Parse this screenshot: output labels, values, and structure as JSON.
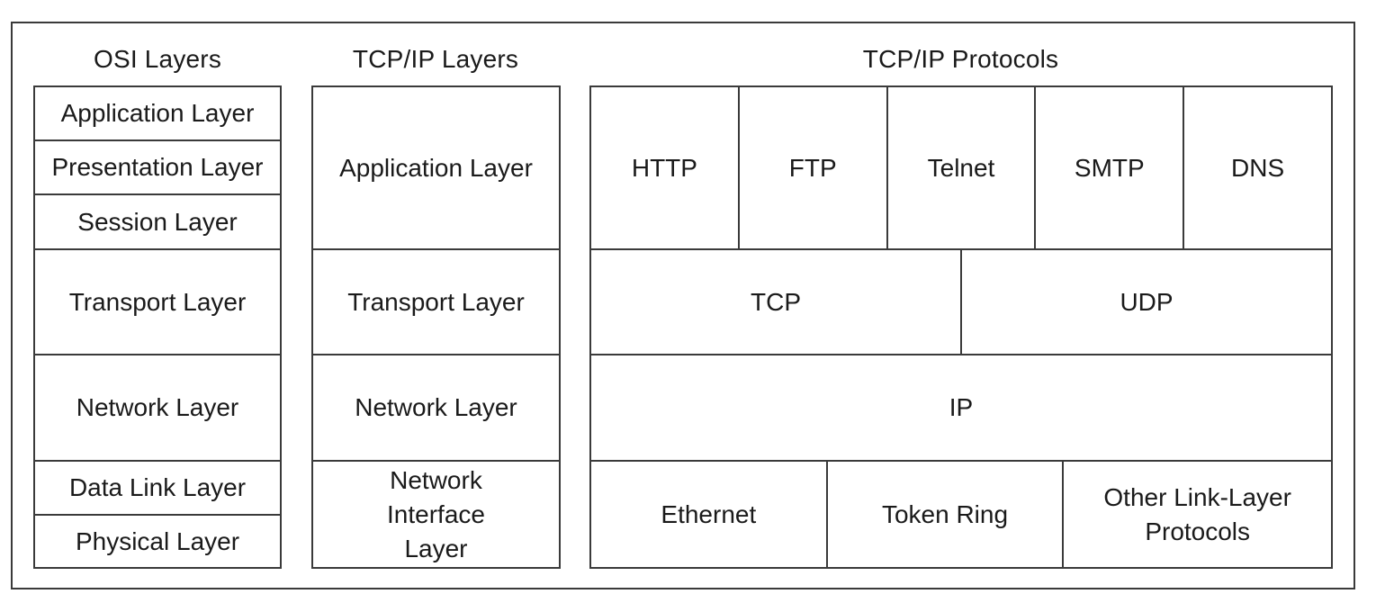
{
  "titles": {
    "osi": "OSI Layers",
    "tcpip": "TCP/IP Layers",
    "protocols": "TCP/IP Protocols"
  },
  "osi_layers": [
    "Application Layer",
    "Presentation Layer",
    "Session Layer",
    "Transport Layer",
    "Network Layer",
    "Data Link Layer",
    "Physical Layer"
  ],
  "tcpip_layers": [
    "Application Layer",
    "Transport Layer",
    "Network Layer",
    "Network Interface Layer"
  ],
  "protocols": {
    "application": [
      "HTTP",
      "FTP",
      "Telnet",
      "SMTP",
      "DNS"
    ],
    "transport": [
      "TCP",
      "UDP"
    ],
    "network": [
      "IP"
    ],
    "link": [
      "Ethernet",
      "Token Ring",
      "Other Link-Layer Protocols"
    ]
  }
}
